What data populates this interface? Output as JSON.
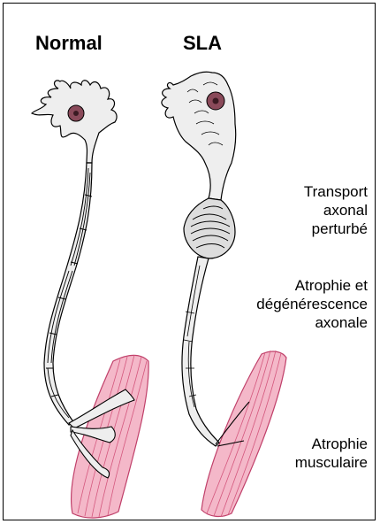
{
  "headings": {
    "normal": "Normal",
    "sla": "SLA"
  },
  "labels": {
    "transport": "Transport\naxonal\nperturbé",
    "atrophie_axonale": "Atrophie et\ndégénérescence\naxonale",
    "atrophie_musculaire": "Atrophie\nmusculaire"
  },
  "colors": {
    "muscle": "#f4b8c9",
    "muscle_stroke": "#c0406a",
    "neuron_fill": "#eeeeee",
    "nucleus": "#8a4a5a"
  }
}
